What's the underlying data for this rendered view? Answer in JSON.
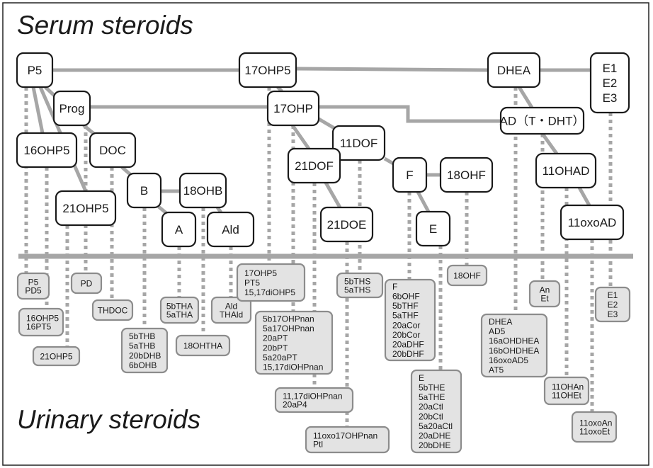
{
  "titles": {
    "serum": "Serum steroids",
    "urinary": "Urinary steroids"
  },
  "colors": {
    "edge": "#a6a6a6",
    "serum_border": "#1a1a1a",
    "urine_fill": "#e3e3e3",
    "urine_border": "#8c8c8c"
  },
  "serum_nodes": [
    {
      "id": "P5",
      "lines": [
        "P5"
      ]
    },
    {
      "id": "17OHP5",
      "lines": [
        "17OHP5"
      ]
    },
    {
      "id": "DHEA",
      "lines": [
        "DHEA"
      ]
    },
    {
      "id": "E123",
      "lines": [
        "E1",
        "E2",
        "E3"
      ]
    },
    {
      "id": "Prog",
      "lines": [
        "Prog"
      ]
    },
    {
      "id": "17OHP",
      "lines": [
        "17OHP"
      ]
    },
    {
      "id": "AD",
      "lines": [
        "AD（T・DHT）"
      ]
    },
    {
      "id": "16OHP5",
      "lines": [
        "16OHP5"
      ]
    },
    {
      "id": "DOC",
      "lines": [
        "DOC"
      ]
    },
    {
      "id": "11DOF",
      "lines": [
        "11DOF"
      ]
    },
    {
      "id": "21DOF",
      "lines": [
        "21DOF"
      ]
    },
    {
      "id": "F",
      "lines": [
        "F"
      ]
    },
    {
      "id": "18OHF",
      "lines": [
        "18OHF"
      ]
    },
    {
      "id": "11OHAD",
      "lines": [
        "11OHAD"
      ]
    },
    {
      "id": "B",
      "lines": [
        "B"
      ]
    },
    {
      "id": "18OHB",
      "lines": [
        "18OHB"
      ]
    },
    {
      "id": "21OHP5",
      "lines": [
        "21OHP5"
      ]
    },
    {
      "id": "A",
      "lines": [
        "A"
      ]
    },
    {
      "id": "Ald",
      "lines": [
        "Ald"
      ]
    },
    {
      "id": "21DOE",
      "lines": [
        "21DOE"
      ]
    },
    {
      "id": "E",
      "lines": [
        "E"
      ]
    },
    {
      "id": "11oxoAD",
      "lines": [
        "11oxoAD"
      ]
    }
  ],
  "urinary_nodes": [
    {
      "id": "u_P5",
      "lines": [
        "P5",
        "PD5"
      ]
    },
    {
      "id": "u_PD",
      "lines": [
        "PD"
      ]
    },
    {
      "id": "u_16OHP5",
      "lines": [
        "16OHP5",
        "16PT5"
      ]
    },
    {
      "id": "u_THDOC",
      "lines": [
        "THDOC"
      ]
    },
    {
      "id": "u_21OHP5",
      "lines": [
        "21OHP5"
      ]
    },
    {
      "id": "u_B",
      "lines": [
        "5bTHB",
        "5aTHB",
        "20bDHB",
        "6bOHB"
      ]
    },
    {
      "id": "u_A",
      "lines": [
        "5bTHA",
        "5aTHA"
      ]
    },
    {
      "id": "u_18OHB",
      "lines": [
        "18OHTHA"
      ]
    },
    {
      "id": "u_Ald",
      "lines": [
        "Ald",
        "THAld"
      ]
    },
    {
      "id": "u_17OHP5",
      "lines": [
        "17OHP5",
        "PT5",
        "15,17diOHP5"
      ]
    },
    {
      "id": "u_17OHP",
      "lines": [
        "5b17OHPnan",
        "5a17OHPnan",
        "20aPT",
        "20bPT",
        "5a20aPT",
        "15,17diOHPnan"
      ]
    },
    {
      "id": "u_21DOF",
      "lines": [
        "11,17diOHPnan",
        "20aP4"
      ]
    },
    {
      "id": "u_21DOE",
      "lines": [
        "11oxo17OHPnan",
        "Ptl"
      ]
    },
    {
      "id": "u_11DOF",
      "lines": [
        "5bTHS",
        "5aTHS"
      ]
    },
    {
      "id": "u_F",
      "lines": [
        "F",
        "6bOHF",
        "5bTHF",
        "5aTHF",
        "20aCor",
        "20bCor",
        "20aDHF",
        "20bDHF"
      ]
    },
    {
      "id": "u_18OHF",
      "lines": [
        "18OHF"
      ]
    },
    {
      "id": "u_E",
      "lines": [
        "E",
        "5bTHE",
        "5aTHE",
        "20aCtl",
        "20bCtl",
        "5a20aCtl",
        "20aDHE",
        "20bDHE"
      ]
    },
    {
      "id": "u_DHEA",
      "lines": [
        "DHEA",
        "AD5",
        "16aOHDHEA",
        "16bOHDHEA",
        "16oxoAD5",
        "AT5"
      ]
    },
    {
      "id": "u_AD",
      "lines": [
        "An",
        "Et"
      ]
    },
    {
      "id": "u_11OHAD",
      "lines": [
        "11OHAn",
        "11OHEt"
      ]
    },
    {
      "id": "u_11oxoAD",
      "lines": [
        "11oxoAn",
        "11oxoEt"
      ]
    },
    {
      "id": "u_E123",
      "lines": [
        "E1",
        "E2",
        "E3"
      ]
    }
  ],
  "pathway_edges": [
    [
      "P5",
      "17OHP5"
    ],
    [
      "17OHP5",
      "DHEA"
    ],
    [
      "DHEA",
      "E123"
    ],
    [
      "P5",
      "Prog"
    ],
    [
      "P5",
      "16OHP5"
    ],
    [
      "P5",
      "21OHP5"
    ],
    [
      "Prog",
      "17OHP"
    ],
    [
      "Prog",
      "DOC"
    ],
    [
      "17OHP5",
      "17OHP"
    ],
    [
      "17OHP",
      "AD"
    ],
    [
      "DHEA",
      "AD"
    ],
    [
      "17OHP",
      "11DOF"
    ],
    [
      "17OHP",
      "21DOF"
    ],
    [
      "DOC",
      "B"
    ],
    [
      "B",
      "18OHB"
    ],
    [
      "B",
      "A"
    ],
    [
      "18OHB",
      "Ald"
    ],
    [
      "21DOF",
      "21DOE"
    ],
    [
      "11DOF",
      "F"
    ],
    [
      "F",
      "18OHF"
    ],
    [
      "F",
      "E"
    ],
    [
      "AD",
      "11OHAD"
    ],
    [
      "11OHAD",
      "11oxoAD"
    ]
  ],
  "excretion_links": [
    [
      "P5",
      "u_P5"
    ],
    [
      "Prog",
      "u_PD"
    ],
    [
      "16OHP5",
      "u_16OHP5"
    ],
    [
      "DOC",
      "u_THDOC"
    ],
    [
      "21OHP5",
      "u_21OHP5"
    ],
    [
      "B",
      "u_B"
    ],
    [
      "A",
      "u_A"
    ],
    [
      "18OHB",
      "u_18OHB"
    ],
    [
      "Ald",
      "u_Ald"
    ],
    [
      "17OHP5",
      "u_17OHP5"
    ],
    [
      "17OHP",
      "u_17OHP"
    ],
    [
      "21DOF",
      "u_21DOF"
    ],
    [
      "21DOE",
      "u_21DOE"
    ],
    [
      "11DOF",
      "u_11DOF"
    ],
    [
      "F",
      "u_F"
    ],
    [
      "18OHF",
      "u_18OHF"
    ],
    [
      "E",
      "u_E"
    ],
    [
      "DHEA",
      "u_DHEA"
    ],
    [
      "AD",
      "u_AD"
    ],
    [
      "11OHAD",
      "u_11OHAD"
    ],
    [
      "11oxoAD",
      "u_11oxoAD"
    ],
    [
      "E123",
      "u_E123"
    ]
  ]
}
